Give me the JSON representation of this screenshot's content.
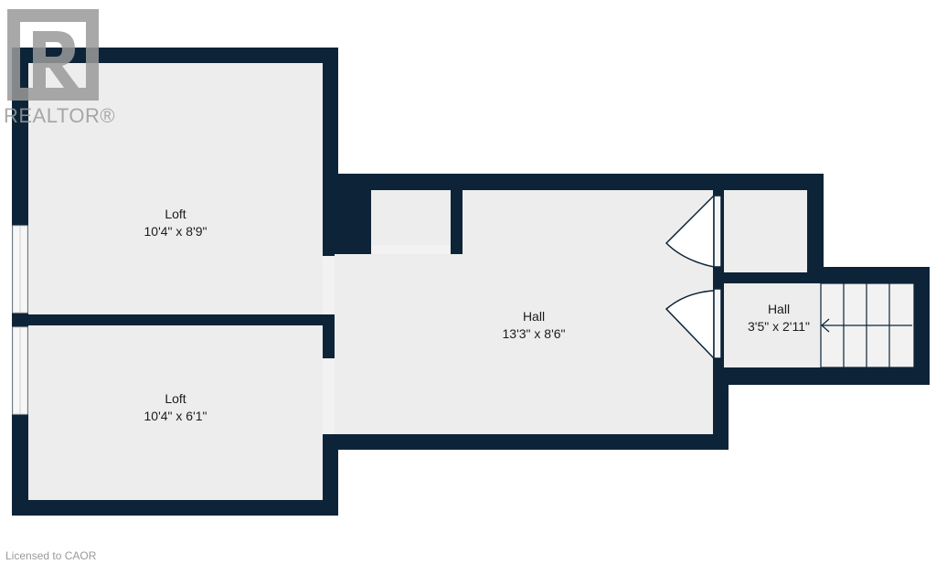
{
  "logo": {
    "text": "REALTOR®"
  },
  "footer": {
    "license": "Licensed to CAOR"
  },
  "colors": {
    "wall": "#0d2438",
    "floor": "#ededed",
    "window": "#f5f5f5"
  },
  "rooms": [
    {
      "name": "Loft",
      "size": "10'4\" x 8'9\""
    },
    {
      "name": "Loft",
      "size": "10'4\" x 6'1\""
    },
    {
      "name": "Hall",
      "size": "13'3\" x 8'6\""
    },
    {
      "name": "Hall",
      "size": "3'5\" x 2'11\""
    }
  ]
}
